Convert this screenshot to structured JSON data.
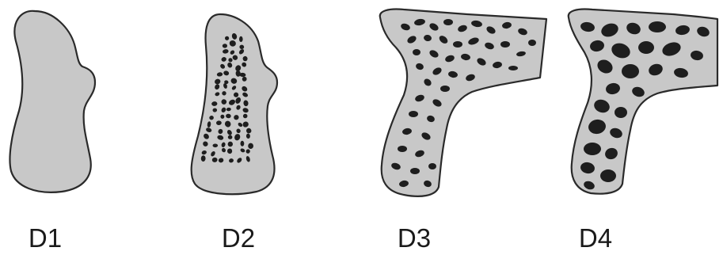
{
  "figure": {
    "panels": [
      {
        "label": "D1"
      },
      {
        "label": "D2"
      },
      {
        "label": "D3"
      },
      {
        "label": "D4"
      }
    ]
  },
  "colors": {
    "bone_fill": "#c8c8c8",
    "outline": "#2a2a2a",
    "pore": "#1e1e1e",
    "label_text": "#1a1a1a",
    "background": "#ffffff"
  }
}
